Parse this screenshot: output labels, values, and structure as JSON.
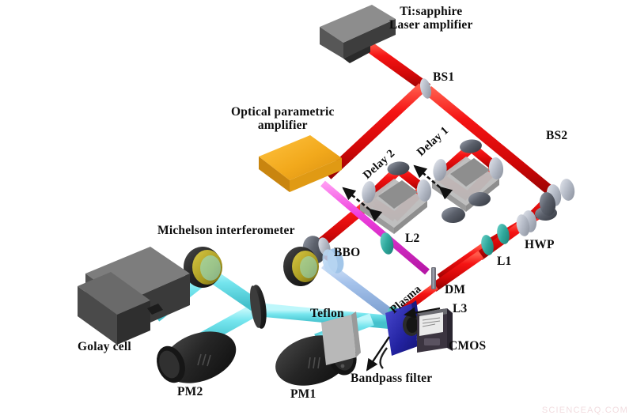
{
  "figure": {
    "title": "Terahertz generation and detection experimental setup",
    "background_color": "#ffffff",
    "watermark": "SCIENCEAQ.COM",
    "watermark_color": "#f2dde0"
  },
  "colors": {
    "pump_beam_red": "#ee1111",
    "pump_beam_red_dark": "#a80707",
    "opa_beam_magenta": "#e833d8",
    "thz_beam_blue": "#8fb6e8",
    "probe_beam_cyan": "#4fe0e8",
    "opa_box_orange": "#f0a81e",
    "opa_box_orange_dark": "#c98413",
    "device_gray": "#6e6e6e",
    "device_gray_dark": "#3a3a3a",
    "mirror_gray": "#5a5a64",
    "mirror_silver": "#b9bfcc",
    "lens_teal": "#2aa79b",
    "label_black": "#0d0d0d",
    "cmos_blue": "#2a2aa8",
    "teflon_gray": "#b0b0b0"
  },
  "labels": {
    "laser_source": "Ti:sapphire\nLaser amplifier",
    "laser_source_line1": "Ti:sapphire",
    "laser_source_line2": "Laser amplifier",
    "opa_line1": "Optical parametric",
    "opa_line2": "amplifier",
    "bs1": "BS1",
    "bs2": "BS2",
    "delay1": "Delay 1",
    "delay2": "Delay 2",
    "hwp": "HWP",
    "l1": "L1",
    "l2": "L2",
    "l3": "L3",
    "dm": "DM",
    "bbo": "BBO",
    "plasma": "Plasma",
    "michelson": "Michelson interferometer",
    "golay": "Golay cell",
    "pm1": "PM1",
    "pm2": "PM2",
    "teflon": "Teflon",
    "bandpass": "Bandpass filter",
    "cmos": "CMOS"
  },
  "components": [
    {
      "id": "laser-amplifier",
      "label": "Ti:sapphire Laser amplifier",
      "type": "source",
      "color": "#6e6e6e"
    },
    {
      "id": "opa",
      "label": "Optical parametric amplifier",
      "type": "amplifier",
      "color": "#f0a81e"
    },
    {
      "id": "bs1",
      "label": "BS1",
      "type": "beam-splitter"
    },
    {
      "id": "bs2",
      "label": "BS2",
      "type": "beam-splitter"
    },
    {
      "id": "delay-1",
      "label": "Delay 1",
      "type": "delay-stage"
    },
    {
      "id": "delay-2",
      "label": "Delay 2",
      "type": "delay-stage"
    },
    {
      "id": "hwp",
      "label": "HWP",
      "type": "half-wave-plate"
    },
    {
      "id": "l1",
      "label": "L1",
      "type": "lens"
    },
    {
      "id": "l2",
      "label": "L2",
      "type": "lens"
    },
    {
      "id": "l3",
      "label": "L3",
      "type": "lens"
    },
    {
      "id": "dm",
      "label": "DM",
      "type": "dichroic-mirror"
    },
    {
      "id": "bbo",
      "label": "BBO",
      "type": "crystal"
    },
    {
      "id": "plasma",
      "label": "Plasma",
      "type": "beam-annotation"
    },
    {
      "id": "michelson",
      "label": "Michelson interferometer",
      "type": "subsystem"
    },
    {
      "id": "golay-cell",
      "label": "Golay cell",
      "type": "detector",
      "color": "#6e6e6e"
    },
    {
      "id": "pm1",
      "label": "PM1",
      "type": "parabolic-mirror"
    },
    {
      "id": "pm2",
      "label": "PM2",
      "type": "parabolic-mirror"
    },
    {
      "id": "teflon",
      "label": "Teflon",
      "type": "filter-plate"
    },
    {
      "id": "bandpass-filter",
      "label": "Bandpass filter",
      "type": "filter"
    },
    {
      "id": "cmos",
      "label": "CMOS",
      "type": "camera"
    }
  ],
  "beams": [
    {
      "id": "pump",
      "color": "#ee1111",
      "description": "Ti:sapphire pump beam"
    },
    {
      "id": "opa-output",
      "color": "#e833d8",
      "description": "OPA idler beam"
    },
    {
      "id": "thz",
      "color": "#8fb6e8",
      "description": "THz beam from BBO"
    },
    {
      "id": "probe",
      "color": "#4fe0e8",
      "description": "Probe beam in Michelson interferometer"
    }
  ]
}
